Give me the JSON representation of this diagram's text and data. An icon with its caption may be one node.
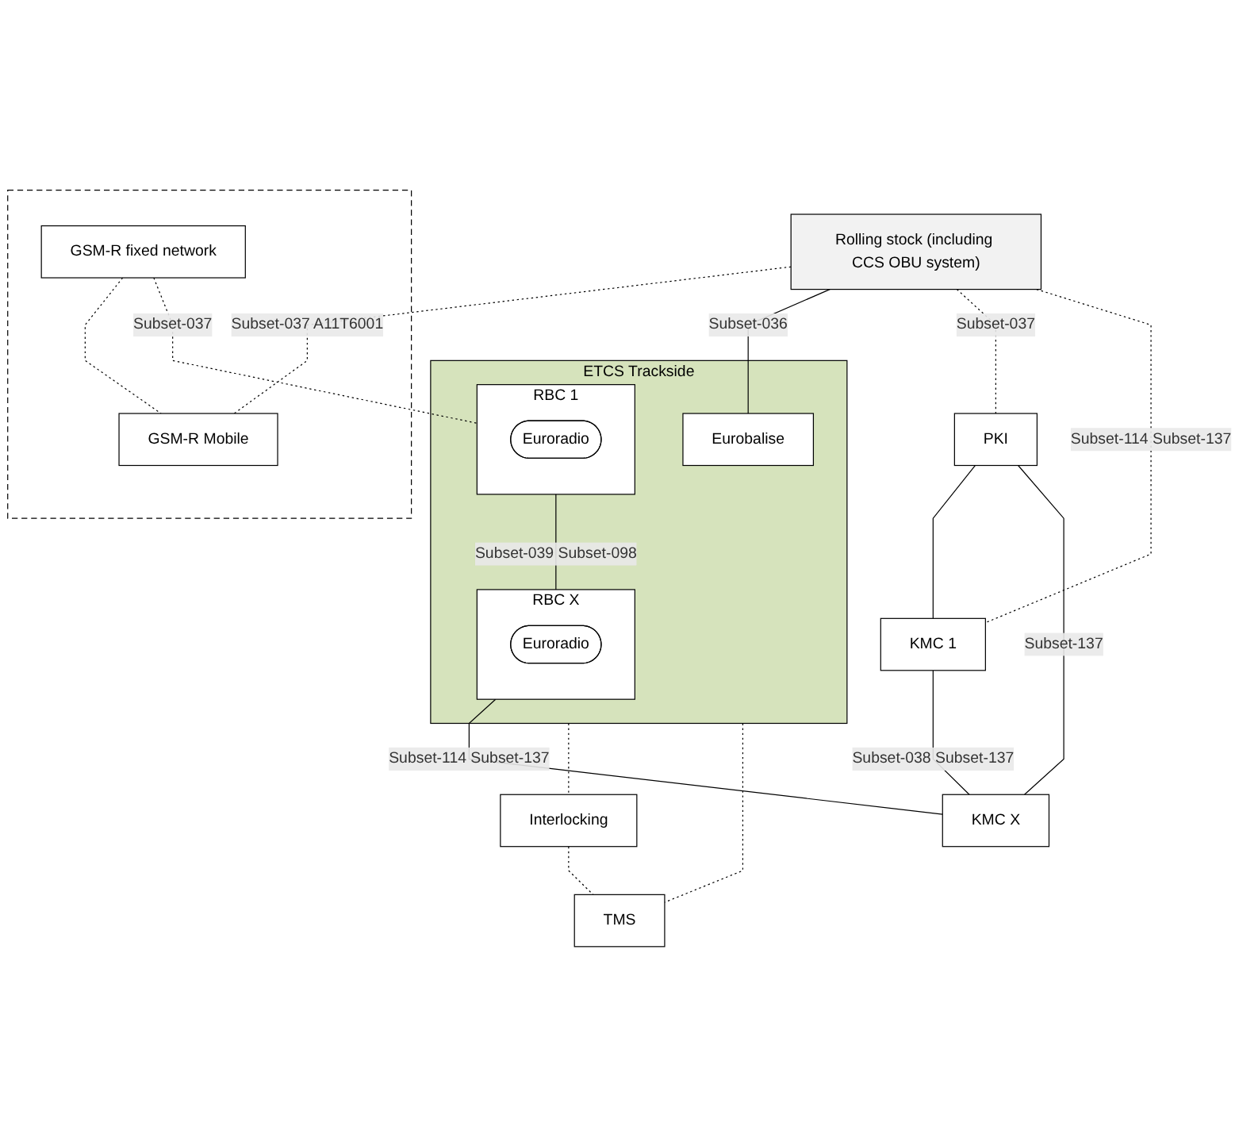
{
  "diagram": {
    "nodes": [
      {
        "text": [
          "Rolling stock (including CCS OBU system)"
        ]
      },
      {
        "text": [],
        "shape": "box"
      },
      {
        "text": [
          "GSM-R fixed network"
        ],
        "in": 1
      },
      {
        "text": [
          "GSM-R Mobile"
        ],
        "in": 1
      },
      {
        "text": [
          "ETCS Trackside"
        ]
      },
      {
        "text": [
          "Eurobalise"
        ],
        "in": 4
      },
      {
        "text": [
          "RBC 1"
        ],
        "in": 4
      },
      {
        "text": [
          "Euroradio"
        ],
        "in": 6
      },
      {
        "text": [
          "RBC X"
        ],
        "in": 4
      },
      {
        "text": [
          "Euroradio"
        ],
        "in": 8
      },
      {
        "text": [
          "PKI"
        ]
      },
      {
        "text": [
          "KMC 1"
        ]
      },
      {
        "text": [
          "KMC X"
        ]
      },
      {
        "text": [
          "Interlocking"
        ]
      },
      {
        "text": [
          "TMS"
        ]
      }
    ],
    "edges": [
      {
        "from": 0,
        "to": 5,
        "arrow": "none",
        "label": "Subset-036"
      },
      {
        "from": 0,
        "to": 3,
        "arrow": "none",
        "label": "Subset-037 A11T6001",
        "style": "dashed"
      },
      {
        "from": 2,
        "to": 3,
        "arrow": "none",
        "style": "dashed"
      },
      {
        "from": 2,
        "to": 6,
        "arrow": "none",
        "label": "Subset-037",
        "style": "dashed"
      },
      {
        "from": 0,
        "to": 10,
        "arrow": "none",
        "label": "Subset-037",
        "style": "dashed"
      },
      {
        "from": 0,
        "to": 11,
        "arrow": "none",
        "label": "Subset-114 Subset-137",
        "style": "dashed"
      },
      {
        "from": 6,
        "to": 8,
        "arrow": "none",
        "label": "Subset-039 Subset-098"
      },
      {
        "from": 10,
        "to": 11,
        "arrow": "none"
      },
      {
        "from": 10,
        "to": 12,
        "arrow": "none",
        "label": "Subset-137"
      },
      {
        "from": 11,
        "to": 12,
        "arrow": "none",
        "label": "Subset-038 Subset-137"
      },
      {
        "from": 8,
        "to": 12,
        "arrow": "none",
        "label": "Subset-114 Subset-137"
      },
      {
        "from": 4,
        "to": 13,
        "arrow": "none",
        "style": "dashed"
      },
      {
        "from": 4,
        "to": 14,
        "arrow": "none",
        "style": "dashed"
      },
      {
        "from": 13,
        "to": 14,
        "arrow": "none",
        "style": "dashed"
      }
    ]
  }
}
